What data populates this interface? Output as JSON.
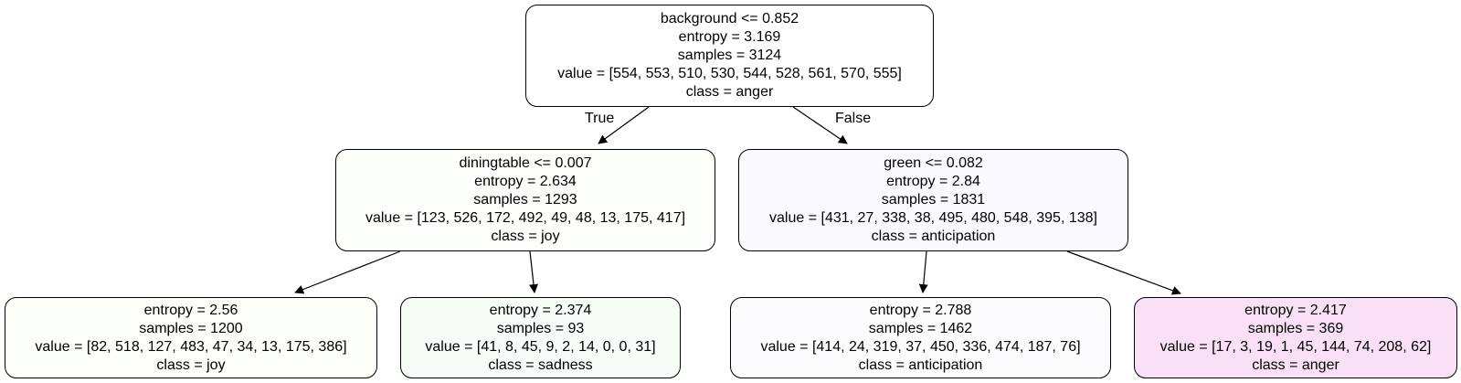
{
  "nodes": {
    "root": {
      "split": "background <= 0.852",
      "entropy": "entropy = 3.169",
      "samples": "samples = 3124",
      "value": "value = [554, 553, 510, 530, 544, 528, 561, 570, 555]",
      "class": "class = anger",
      "fill": "#ffffff"
    },
    "left": {
      "split": "diningtable <= 0.007",
      "entropy": "entropy = 2.634",
      "samples": "samples = 1293",
      "value": "value = [123, 526, 172, 492, 49, 48, 13, 175, 417]",
      "class": "class = joy",
      "fill": "#fdfffa"
    },
    "right": {
      "split": "green <= 0.082",
      "entropy": "entropy = 2.84",
      "samples": "samples = 1831",
      "value": "value = [431, 27, 338, 38, 495, 480, 548, 395, 138]",
      "class": "class = anticipation",
      "fill": "#faf9ff"
    },
    "leaf_ll": {
      "entropy": "entropy = 2.56",
      "samples": "samples = 1200",
      "value": "value = [82, 518, 127, 483, 47, 34, 13, 175, 386]",
      "class": "class = joy",
      "fill": "#fcfef8"
    },
    "leaf_lr": {
      "entropy": "entropy = 2.374",
      "samples": "samples = 93",
      "value": "value = [41, 8, 45, 9, 2, 14, 0, 0, 31]",
      "class": "class = sadness",
      "fill": "#f6fcf6"
    },
    "leaf_rl": {
      "entropy": "entropy = 2.788",
      "samples": "samples = 1462",
      "value": "value = [414, 24, 319, 37, 450, 336, 474, 187, 76]",
      "class": "class = anticipation",
      "fill": "#fcfcff"
    },
    "leaf_rr": {
      "entropy": "entropy = 2.417",
      "samples": "samples = 369",
      "value": "value = [17, 3, 19, 1, 45, 144, 74, 208, 62]",
      "class": "class = anger",
      "fill": "#f9e0f6"
    }
  },
  "edge_labels": {
    "true": "True",
    "false": "False"
  }
}
